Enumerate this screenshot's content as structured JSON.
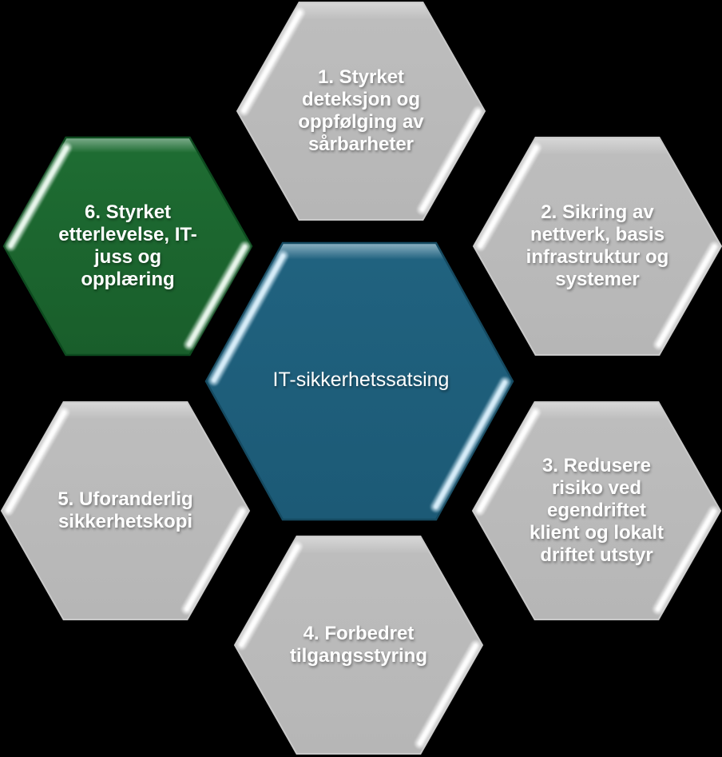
{
  "colors": {
    "background": "#000000",
    "label_text": "#ffffff"
  },
  "palette": {
    "gray": {
      "rim": "#d8d8d8",
      "fill": "#bdbdbd",
      "fill_dark": "#b6b6b6",
      "border": "#c9c9c9",
      "highlight": "#ffffff"
    },
    "green": {
      "rim": "#7fae8e",
      "fill": "#1e6c32",
      "fill_dark": "#195e2b",
      "border": "#0d4b1f",
      "highlight": "#eefaf1"
    },
    "blue": {
      "rim": "#8fb3c4",
      "fill": "#20627f",
      "fill_dark": "#1c5a76",
      "border": "#154a61",
      "highlight": "#ddf1fd"
    }
  },
  "center": {
    "label": "IT-sikkerhetssatsing"
  },
  "nodes": [
    {
      "id": "1",
      "label": "1. Styrket\ndeteksjon og\noppfølging av\nsårbarheter"
    },
    {
      "id": "2",
      "label": "2. Sikring av\nnettverk, basis\ninfrastruktur og\nsystemer"
    },
    {
      "id": "3",
      "label": "3. Redusere\nrisiko ved\negendriftet\nklient og lokalt\ndriftet utstyr"
    },
    {
      "id": "4",
      "label": "4. Forbedret\ntilgangsstyring"
    },
    {
      "id": "5",
      "label": "5. Uforanderlig\nsikkerhetskopi"
    },
    {
      "id": "6",
      "label": "6. Styrket\netterlevelse, IT-\njuss og\nopplæring"
    }
  ]
}
